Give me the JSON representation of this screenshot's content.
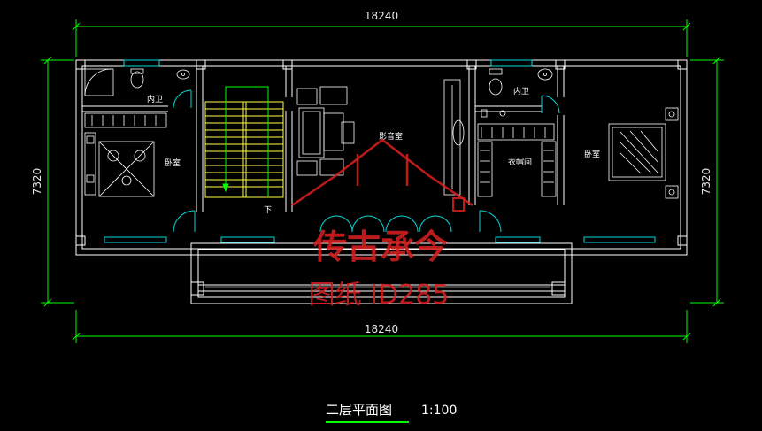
{
  "dimensions": {
    "top_width": "18240",
    "bottom_width": "18240",
    "left_depth": "7320",
    "right_depth": "7320"
  },
  "rooms": {
    "left_bathroom": "内卫",
    "left_bedroom": "卧室",
    "stair_down": "下",
    "media_room": "影音室",
    "right_bathroom": "内卫",
    "walk_in_closet": "衣帽间",
    "right_bedroom": "卧室"
  },
  "drawing": {
    "title": "二层平面图",
    "scale": "1:100"
  },
  "watermark": {
    "brand": "传古承今",
    "drawing_id": "图纸 ID285"
  },
  "colors": {
    "background": "#000000",
    "wall": "#ffffff",
    "dimension": "#00ff00",
    "door": "#00d8d8",
    "stair": "#ffff40",
    "furniture": "#ff40ff",
    "watermark": "#d21e1e"
  }
}
